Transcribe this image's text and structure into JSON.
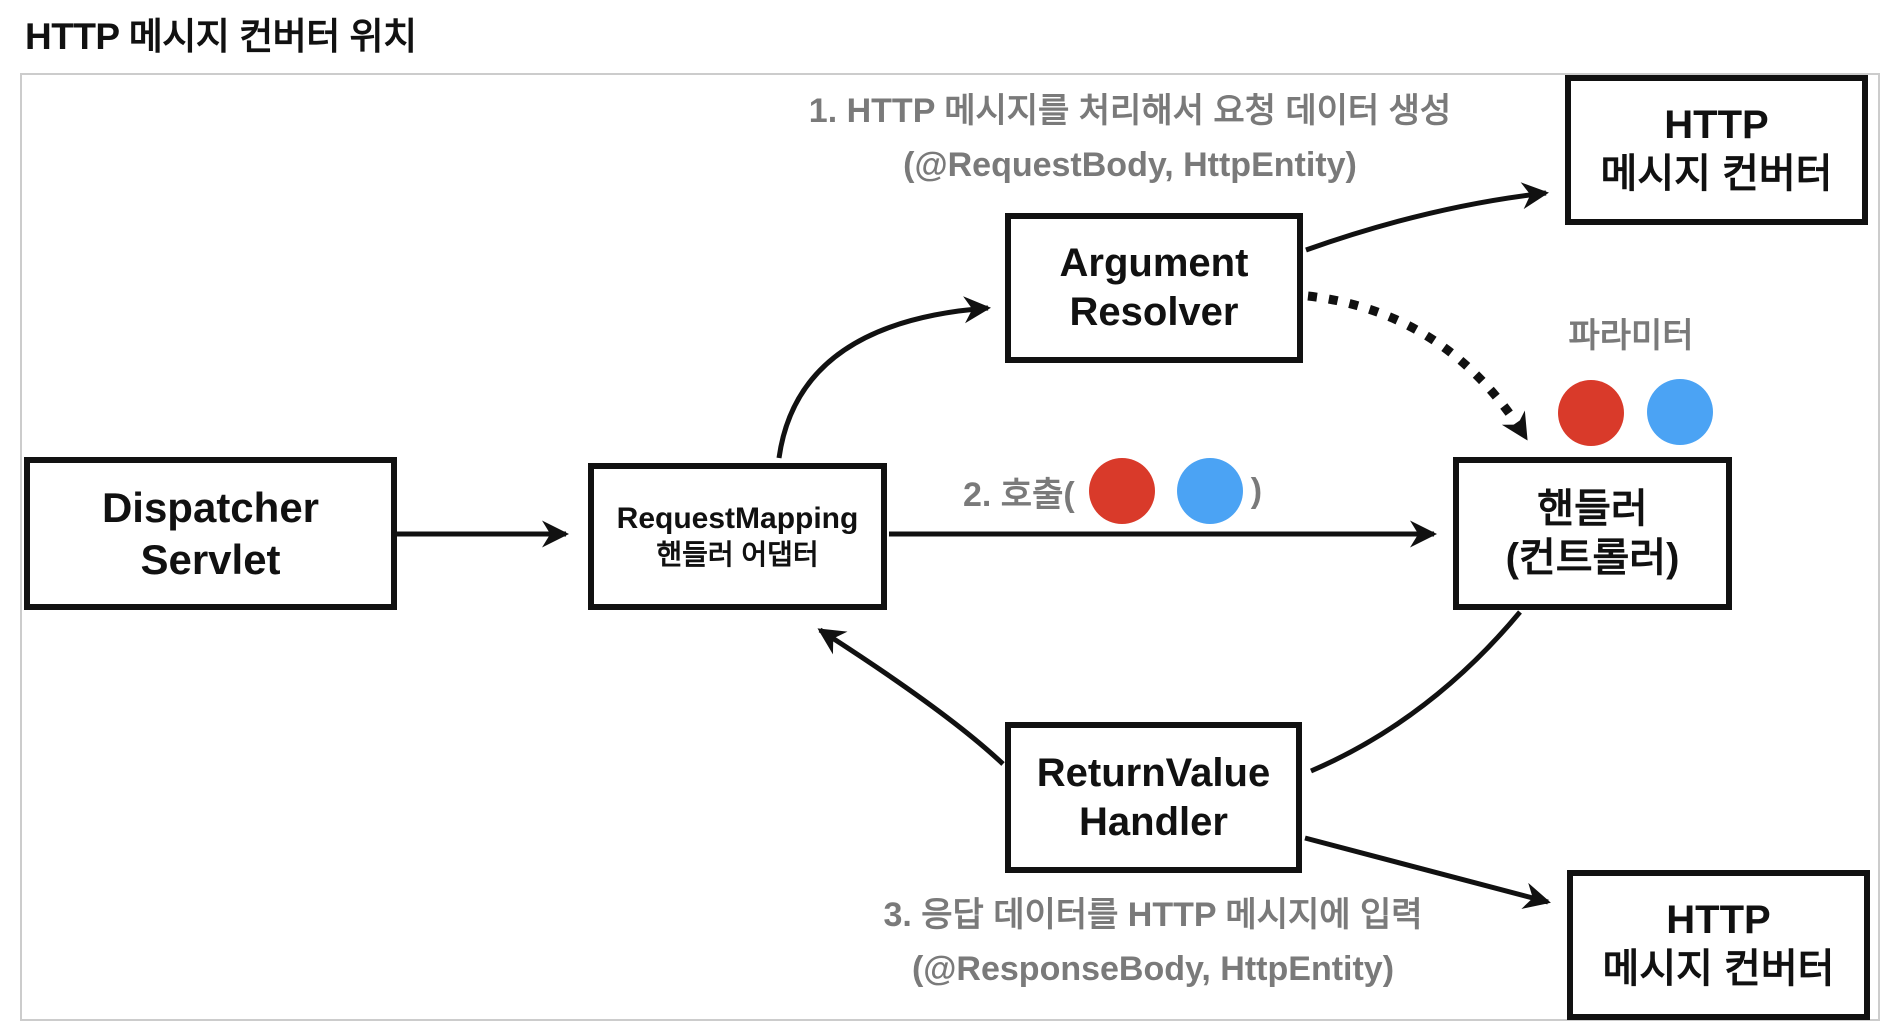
{
  "title": "HTTP 메시지 컨버터 위치",
  "colors": {
    "parameter_red": "#d93a2a",
    "parameter_blue": "#4ba3f4",
    "annotation_gray": "#7a7a7a",
    "box_border": "#111111",
    "frame_border": "#cccccc"
  },
  "boxes": {
    "dispatcher_servlet": {
      "line1": "Dispatcher",
      "line2": "Servlet"
    },
    "handler_adapter": {
      "line1": "RequestMapping",
      "line2": "핸들러 어댑터"
    },
    "argument_resolver": {
      "line1": "Argument",
      "line2": "Resolver"
    },
    "http_message_converter_top": {
      "line1": "HTTP",
      "line2": "메시지 컨버터"
    },
    "handler_controller": {
      "line1": "핸들러",
      "line2": "(컨트롤러)"
    },
    "return_value_handler": {
      "line1": "ReturnValue",
      "line2": "Handler"
    },
    "http_message_converter_bottom": {
      "line1": "HTTP",
      "line2": "메시지 컨버터"
    }
  },
  "annotations": {
    "step1": {
      "line1": "1. HTTP 메시지를 처리해서 요청 데이터 생성",
      "line2": "(@RequestBody, HttpEntity)"
    },
    "step2": {
      "prefix": "2. 호출(",
      "suffix": ")"
    },
    "parameter_label": "파라미터",
    "step3": {
      "line1": "3. 응답 데이터를 HTTP 메시지에 입력",
      "line2": "(@ResponseBody, HttpEntity)"
    }
  }
}
